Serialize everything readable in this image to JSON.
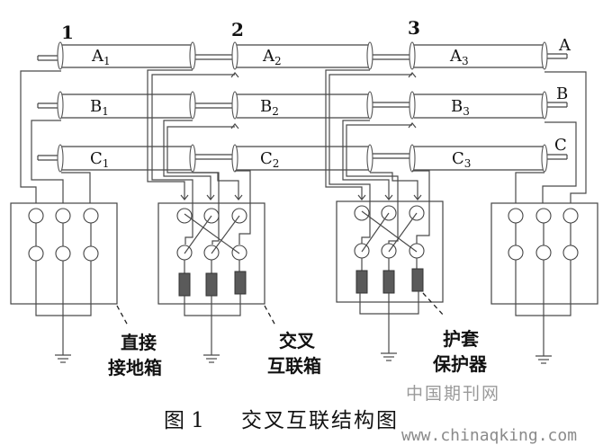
{
  "figure": {
    "caption_number": "图 1",
    "caption_title": "交叉互联结构图"
  },
  "section_labels": [
    "1",
    "2",
    "3"
  ],
  "end_labels": [
    "A",
    "B",
    "C"
  ],
  "cables": [
    {
      "phase": "A",
      "segments": [
        {
          "main": "A",
          "sub": "1"
        },
        {
          "main": "A",
          "sub": "2"
        },
        {
          "main": "A",
          "sub": "3"
        }
      ]
    },
    {
      "phase": "B",
      "segments": [
        {
          "main": "B",
          "sub": "1"
        },
        {
          "main": "B",
          "sub": "2"
        },
        {
          "main": "B",
          "sub": "3"
        }
      ]
    },
    {
      "phase": "C",
      "segments": [
        {
          "main": "C",
          "sub": "1"
        },
        {
          "main": "C",
          "sub": "2"
        },
        {
          "main": "C",
          "sub": "3"
        }
      ]
    }
  ],
  "boxes": [
    {
      "id": "direct-ground-left",
      "type": "direct"
    },
    {
      "id": "cross-bond-1",
      "type": "cross"
    },
    {
      "id": "cross-bond-2",
      "type": "cross"
    },
    {
      "id": "direct-ground-right",
      "type": "direct"
    }
  ],
  "callouts": {
    "direct_ground_box": [
      "直接",
      "接地箱"
    ],
    "cross_bond_box": [
      "交叉",
      "互联箱"
    ],
    "sheath_protector": [
      "护套",
      "保护器"
    ]
  },
  "watermark": {
    "site_name": "中国期刊网",
    "url": "www.chinaqking.com"
  }
}
